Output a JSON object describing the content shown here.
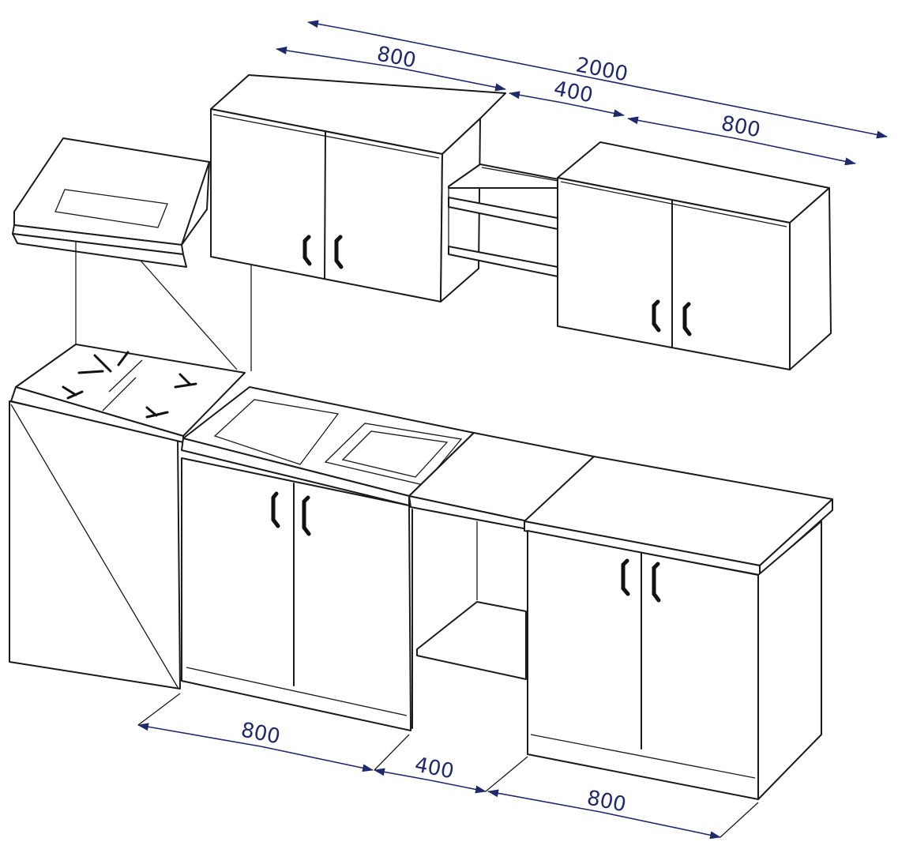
{
  "dimensions": {
    "upper_left_width": "800",
    "upper_total_width": "2000",
    "upper_gap_width": "400",
    "upper_right_width": "800",
    "lower_left_width": "800",
    "lower_gap_width": "400",
    "lower_right_width": "800"
  },
  "colors": {
    "dimension_line": "#1f2a6b",
    "outline": "#1a1a1a"
  }
}
